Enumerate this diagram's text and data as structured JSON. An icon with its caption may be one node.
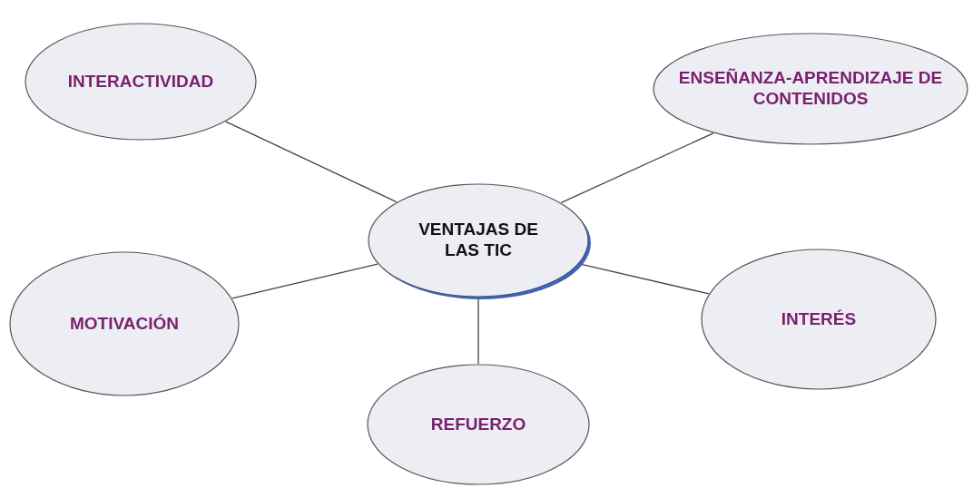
{
  "diagram": {
    "nodes": [
      {
        "text": [
          "INTERACTIVIDAD"
        ]
      },
      {
        "text": [
          "ENSEÑANZA-APRENDIZAJE DE CONTENIDOS"
        ]
      },
      {
        "text": [
          "VENTAJAS DE LAS TIC"
        ]
      },
      {
        "text": [
          "MOTIVACIÓN"
        ]
      },
      {
        "text": [
          "INTERÉS"
        ]
      },
      {
        "text": [
          "REFUERZO"
        ]
      }
    ],
    "edges": [
      {
        "from": 2,
        "to": 0,
        "arrow": "none"
      },
      {
        "from": 2,
        "to": 1,
        "arrow": "none"
      },
      {
        "from": 2,
        "to": 3,
        "arrow": "none"
      },
      {
        "from": 2,
        "to": 4,
        "arrow": "none"
      },
      {
        "from": 2,
        "to": 5,
        "arrow": "none"
      }
    ]
  }
}
